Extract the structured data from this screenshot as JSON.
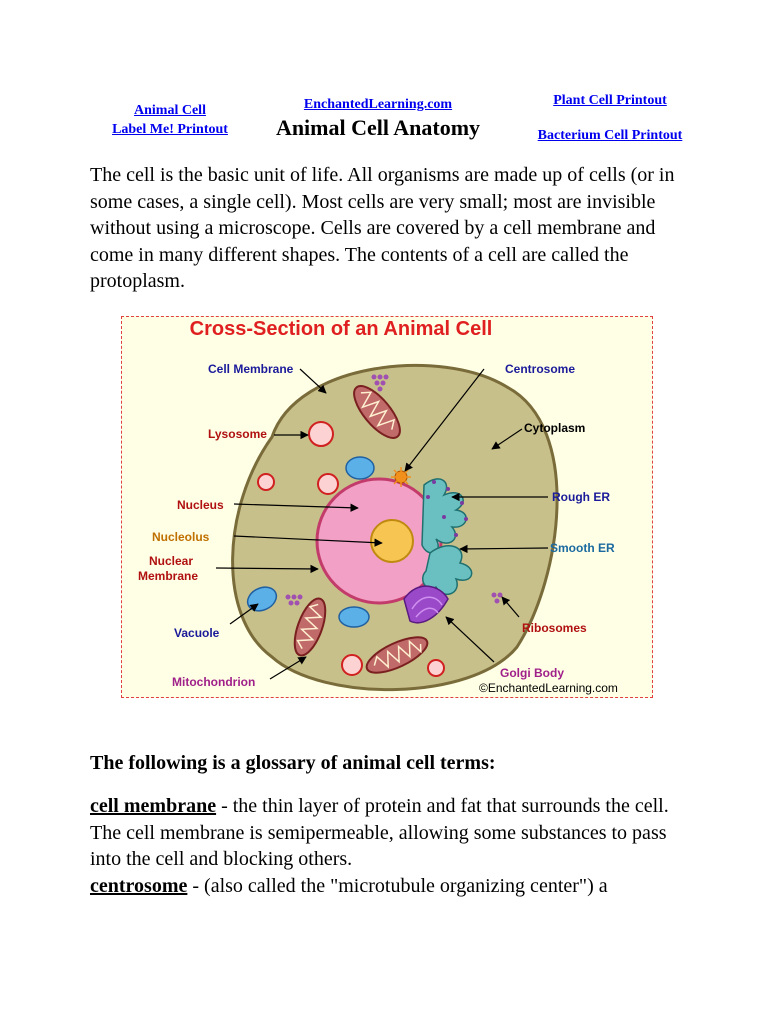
{
  "nav": {
    "label_me_line1": "Animal Cell",
    "label_me_line2": "Label Me! Printout",
    "enchanted": "EnchantedLearning.com",
    "plant": "Plant Cell Printout",
    "bacterium": "Bacterium Cell Printout"
  },
  "title": "Animal Cell Anatomy",
  "intro": "The cell is the basic unit of life. All organisms are made up of cells (or in some cases, a single cell). Most cells are very small; most are invisible without using a microscope. Cells are covered by a cell membrane and come in many different shapes. The contents of a cell are called the protoplasm.",
  "diagram": {
    "title": "Cross-Section of an Animal Cell",
    "labels": {
      "cell_membrane": "Cell Membrane",
      "centrosome": "Centrosome",
      "lysosome": "Lysosome",
      "cytoplasm": "Cytoplasm",
      "nucleus": "Nucleus",
      "rough_er": "Rough ER",
      "nucleolus": "Nucleolus",
      "smooth_er": "Smooth ER",
      "nuclear_1": "Nuclear",
      "nuclear_2": "Membrane",
      "vacuole": "Vacuole",
      "ribosomes": "Ribosomes",
      "golgi": "Golgi Body",
      "mitochondrion": "Mitochondrion"
    },
    "copyright": "©EnchantedLearning.com",
    "colors": {
      "cytoplasm": "#c8c08a",
      "nucleus": "#f2a0c6",
      "nucleolus": "#f7c652",
      "label_blue": "#1a1a9a",
      "label_red": "#b01010",
      "label_orange": "#c07000",
      "label_purple": "#a0208a"
    }
  },
  "glossary_heading": "The following is a glossary of animal cell terms:",
  "glossary": [
    {
      "term": "cell membrane",
      "definition": " - the thin layer of protein and fat that surrounds the cell. The cell membrane is semipermeable, allowing some substances to pass into the cell and blocking others."
    },
    {
      "term": "centrosome",
      "definition": " - (also called the \"microtubule organizing center\") a"
    }
  ]
}
